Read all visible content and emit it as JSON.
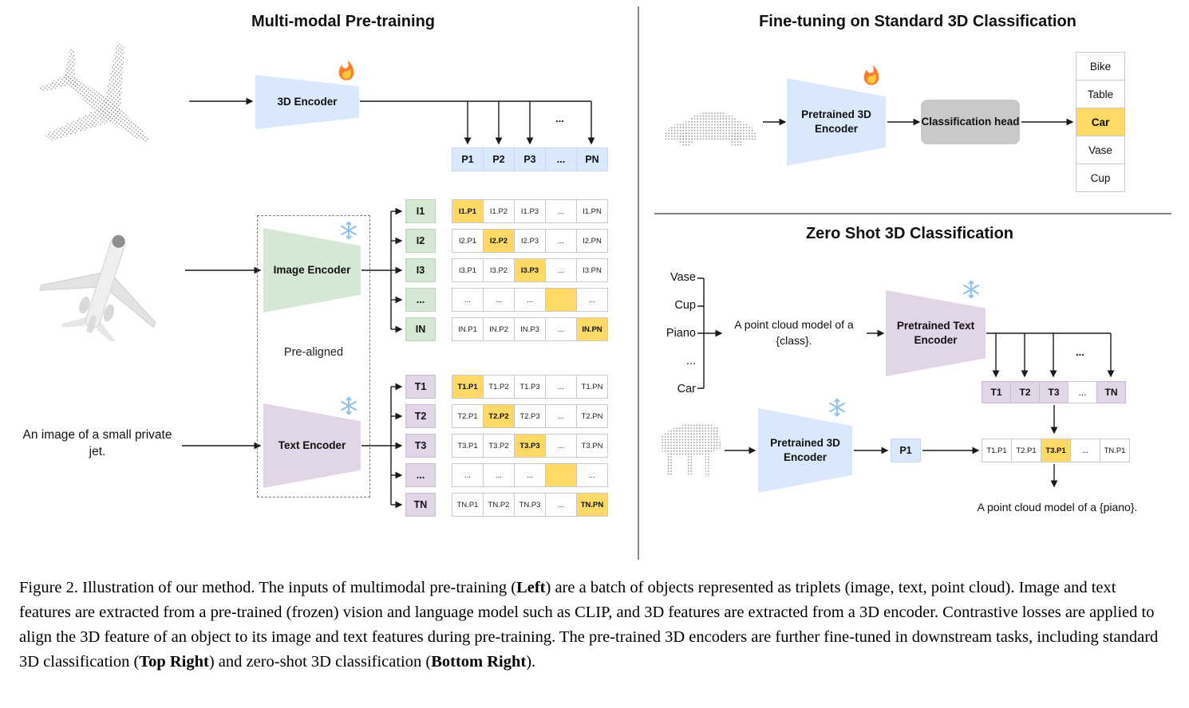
{
  "colors": {
    "encoder_blue": "#dae8fc",
    "encoder_green": "#d5e8d4",
    "encoder_purple": "#e1d5e7",
    "highlight_orange": "#ffd966",
    "head_gray": "#c9c9c9"
  },
  "icons": {
    "trainable": "flame-icon",
    "frozen": "snowflake-icon"
  },
  "left": {
    "title": "Multi-modal Pre-training",
    "encoder_3d_label": "3D Encoder",
    "image_encoder_label": "Image Encoder",
    "text_encoder_label": "Text Encoder",
    "pre_aligned_label": "Pre-aligned",
    "input_text": "An image of a small private jet.",
    "dots": "...",
    "p_row": [
      "P1",
      "P2",
      "P3",
      "...",
      "PN"
    ],
    "i_col": [
      "I1",
      "I2",
      "I3",
      "...",
      "IN"
    ],
    "t_col": [
      "T1",
      "T2",
      "T3",
      "...",
      "TN"
    ],
    "image_matrix": [
      [
        "I1.P1",
        "I1.P2",
        "I1.P3",
        "...",
        "I1.PN"
      ],
      [
        "I2.P1",
        "I2.P2",
        "I2.P3",
        "...",
        "I2.PN"
      ],
      [
        "I3.P1",
        "I3.P2",
        "I3.P3",
        "...",
        "I3.PN"
      ],
      [
        "...",
        "...",
        "...",
        "",
        "..."
      ],
      [
        "IN.P1",
        "IN.P2",
        "IN.P3",
        "...",
        "IN.PN"
      ]
    ],
    "text_matrix": [
      [
        "T1.P1",
        "T1.P2",
        "T1.P3",
        "...",
        "T1.PN"
      ],
      [
        "T2.P1",
        "T2.P2",
        "T2.P3",
        "...",
        "T2.PN"
      ],
      [
        "T3.P1",
        "T3.P2",
        "T3.P3",
        "...",
        "T3.PN"
      ],
      [
        "...",
        "...",
        "...",
        "",
        "..."
      ],
      [
        "TN.P1",
        "TN.P2",
        "TN.P3",
        "...",
        "TN.PN"
      ]
    ]
  },
  "top_right": {
    "title": "Fine-tuning on Standard 3D Classification",
    "encoder_label": "Pretrained 3D Encoder",
    "head_label": "Classification head",
    "classes": [
      "Bike",
      "Table",
      "Car",
      "Vase",
      "Cup"
    ],
    "highlighted_class": "Car"
  },
  "bottom_right": {
    "title": "Zero Shot 3D Classification",
    "classes": [
      "Vase",
      "Cup",
      "Piano",
      "...",
      "Car"
    ],
    "prompt": "A point cloud model of a {class}.",
    "text_encoder_label": "Pretrained Text Encoder",
    "encoder_3d_label": "Pretrained 3D Encoder",
    "t_row": [
      "T1",
      "T2",
      "T3",
      "...",
      "TN"
    ],
    "p1_label": "P1",
    "result_row": [
      "T1.P1",
      "T2.P1",
      "T3.P1",
      "...",
      "TN.P1"
    ],
    "highlighted_result": "T3.P1",
    "dots": "...",
    "output_text": "A point cloud model of a {piano}."
  },
  "caption": {
    "segments": [
      {
        "t": "Figure 2. Illustration of our method. The inputs of multimodal pre-training ("
      },
      {
        "t": "Left",
        "b": true
      },
      {
        "t": ") are a batch of objects represented as triplets (image, text, point cloud). Image and text features are extracted from a pre-trained (frozen) vision and language model such as CLIP, and 3D features are extracted from a 3D encoder. Contrastive losses are applied to align the 3D feature of an object to its image and text features during pre-training. The pre-trained 3D encoders are further fine-tuned in downstream tasks, including standard 3D classification ("
      },
      {
        "t": "Top Right",
        "b": true
      },
      {
        "t": ") and zero-shot 3D classification ("
      },
      {
        "t": "Bottom Right",
        "b": true
      },
      {
        "t": ")."
      }
    ]
  }
}
